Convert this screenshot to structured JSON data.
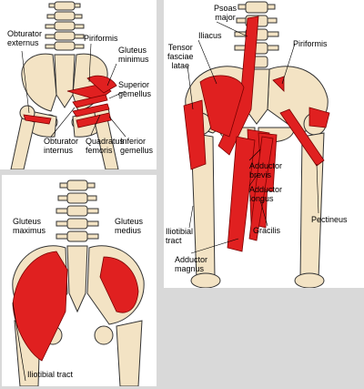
{
  "panel_top_left": {
    "labels": {
      "obturator_externus": "Obturator\nexternus",
      "piriformis": "Piriformis",
      "gluteus_minimus": "Gluteus\nminimus",
      "superior_gemellus": "Superior\ngemellus",
      "obturator_internus": "Obturator\ninternus",
      "quadratus_femoris": "Quadratus\nfemoris",
      "inferior_gemellus": "Inferior\ngemellus"
    }
  },
  "panel_right": {
    "labels": {
      "psoas_major": "Psoas\nmajor",
      "iliacus": "Iliacus",
      "tensor_fasciae_latae": "Tensor\nfasciae\nlatae",
      "piriformis": "Piriformis",
      "adductor_brevis": "Adductor\nbrevis",
      "adductor_longus": "Adductor\nlongus",
      "iliotibial_tract": "Iliotibial\ntract",
      "gracilis": "Gracilis",
      "pectineus": "Pectineus",
      "adductor_magnus": "Adductor\nmagnus"
    }
  },
  "panel_bottom_left": {
    "labels": {
      "gluteus_maximus": "Gluteus\nmaximus",
      "gluteus_medius": "Gluteus\nmedius",
      "iliotibial_tract": "Iliotibial tract"
    }
  },
  "colors": {
    "muscle": "#e02020",
    "bone": "#f3e3c4",
    "outline": "#333333",
    "background": "#d9d9d9",
    "panel": "#ffffff"
  }
}
